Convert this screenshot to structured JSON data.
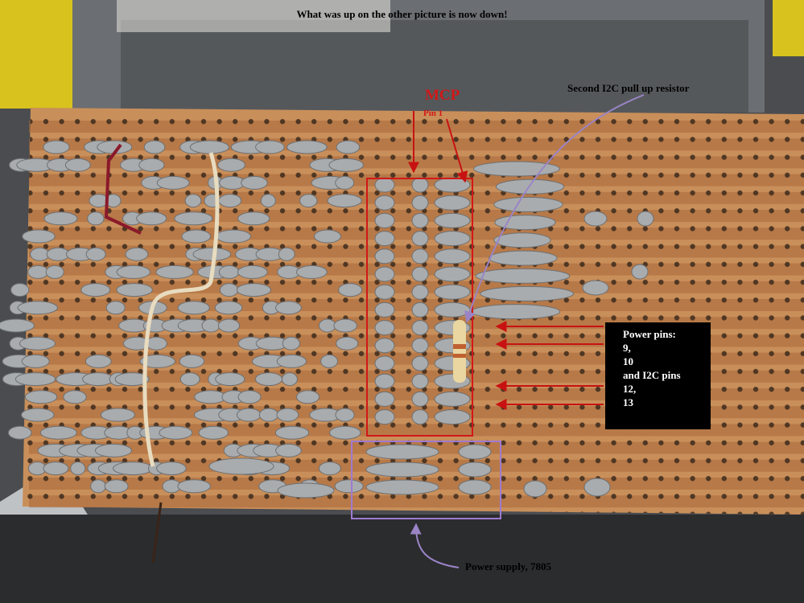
{
  "caption": "What was up on the other picture is now down!",
  "labels": {
    "mcp": "MCP",
    "pin1": "Pin 1",
    "resistor": "Second I2C pull up resistor",
    "power_supply": "Power supply, 7805"
  },
  "power_box": {
    "lines": [
      "Power pins:",
      "9,",
      "10",
      "and I2C pins",
      "12,",
      "13"
    ]
  },
  "colors": {
    "board": "#c98f5a",
    "copper_strip": "#a8683b",
    "solder": "#a9acae",
    "mcp_box": "#d11818",
    "supply_box": "#a07ad0",
    "resistor_pointer": "#9a84c6",
    "pin_arrows": "#c81212"
  }
}
